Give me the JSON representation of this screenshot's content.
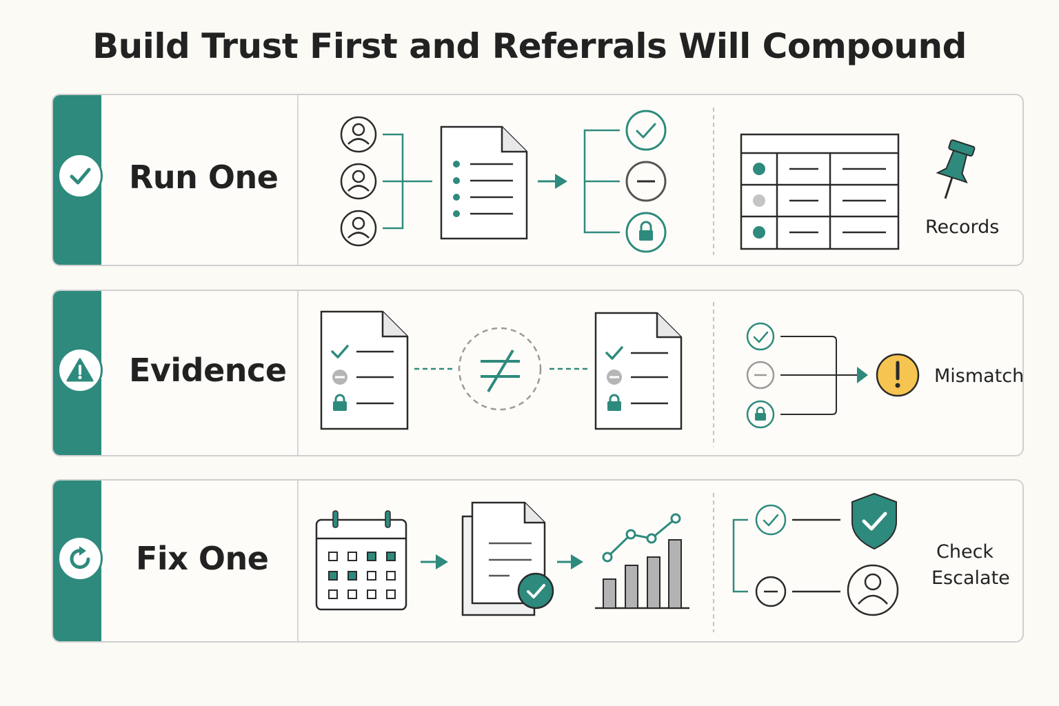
{
  "title": "Build Trust First and Referrals Will Compound",
  "colors": {
    "accent": "#2e8a7d",
    "warning": "#f5c451",
    "muted": "#c4c4c4",
    "ink": "#2a2a2a"
  },
  "rows": [
    {
      "label": "Run One",
      "badge_icon": "check-icon",
      "side_label": "Records"
    },
    {
      "label": "Evidence",
      "badge_icon": "warning-icon",
      "side_label": "Mismatch"
    },
    {
      "label": "Fix One",
      "badge_icon": "refresh-icon",
      "side_label_1": "Check",
      "side_label_2": "Escalate"
    }
  ]
}
